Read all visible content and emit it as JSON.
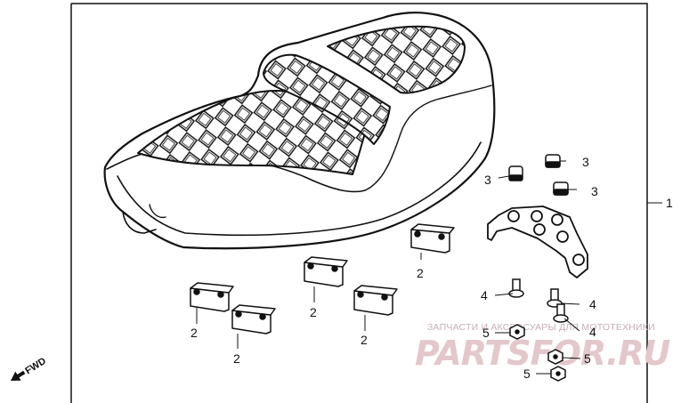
{
  "diagram": {
    "callouts": {
      "one": "1",
      "two_a": "2",
      "two_b": "2",
      "two_c": "2",
      "two_d": "2",
      "two_e": "2",
      "three_a": "3",
      "three_b": "3",
      "three_c": "3",
      "four_a": "4",
      "four_b": "4",
      "four_c": "4",
      "five_a": "5",
      "five_b": "5",
      "five_c": "5"
    },
    "fwd_label": "FWD",
    "watermark": {
      "top_text": "ЗАПЧАСТИ И АКСЕССУАРЫ ДЛЯ МОТОТЕХНИКИ",
      "big_text": "PARTSFOR.RU"
    }
  }
}
